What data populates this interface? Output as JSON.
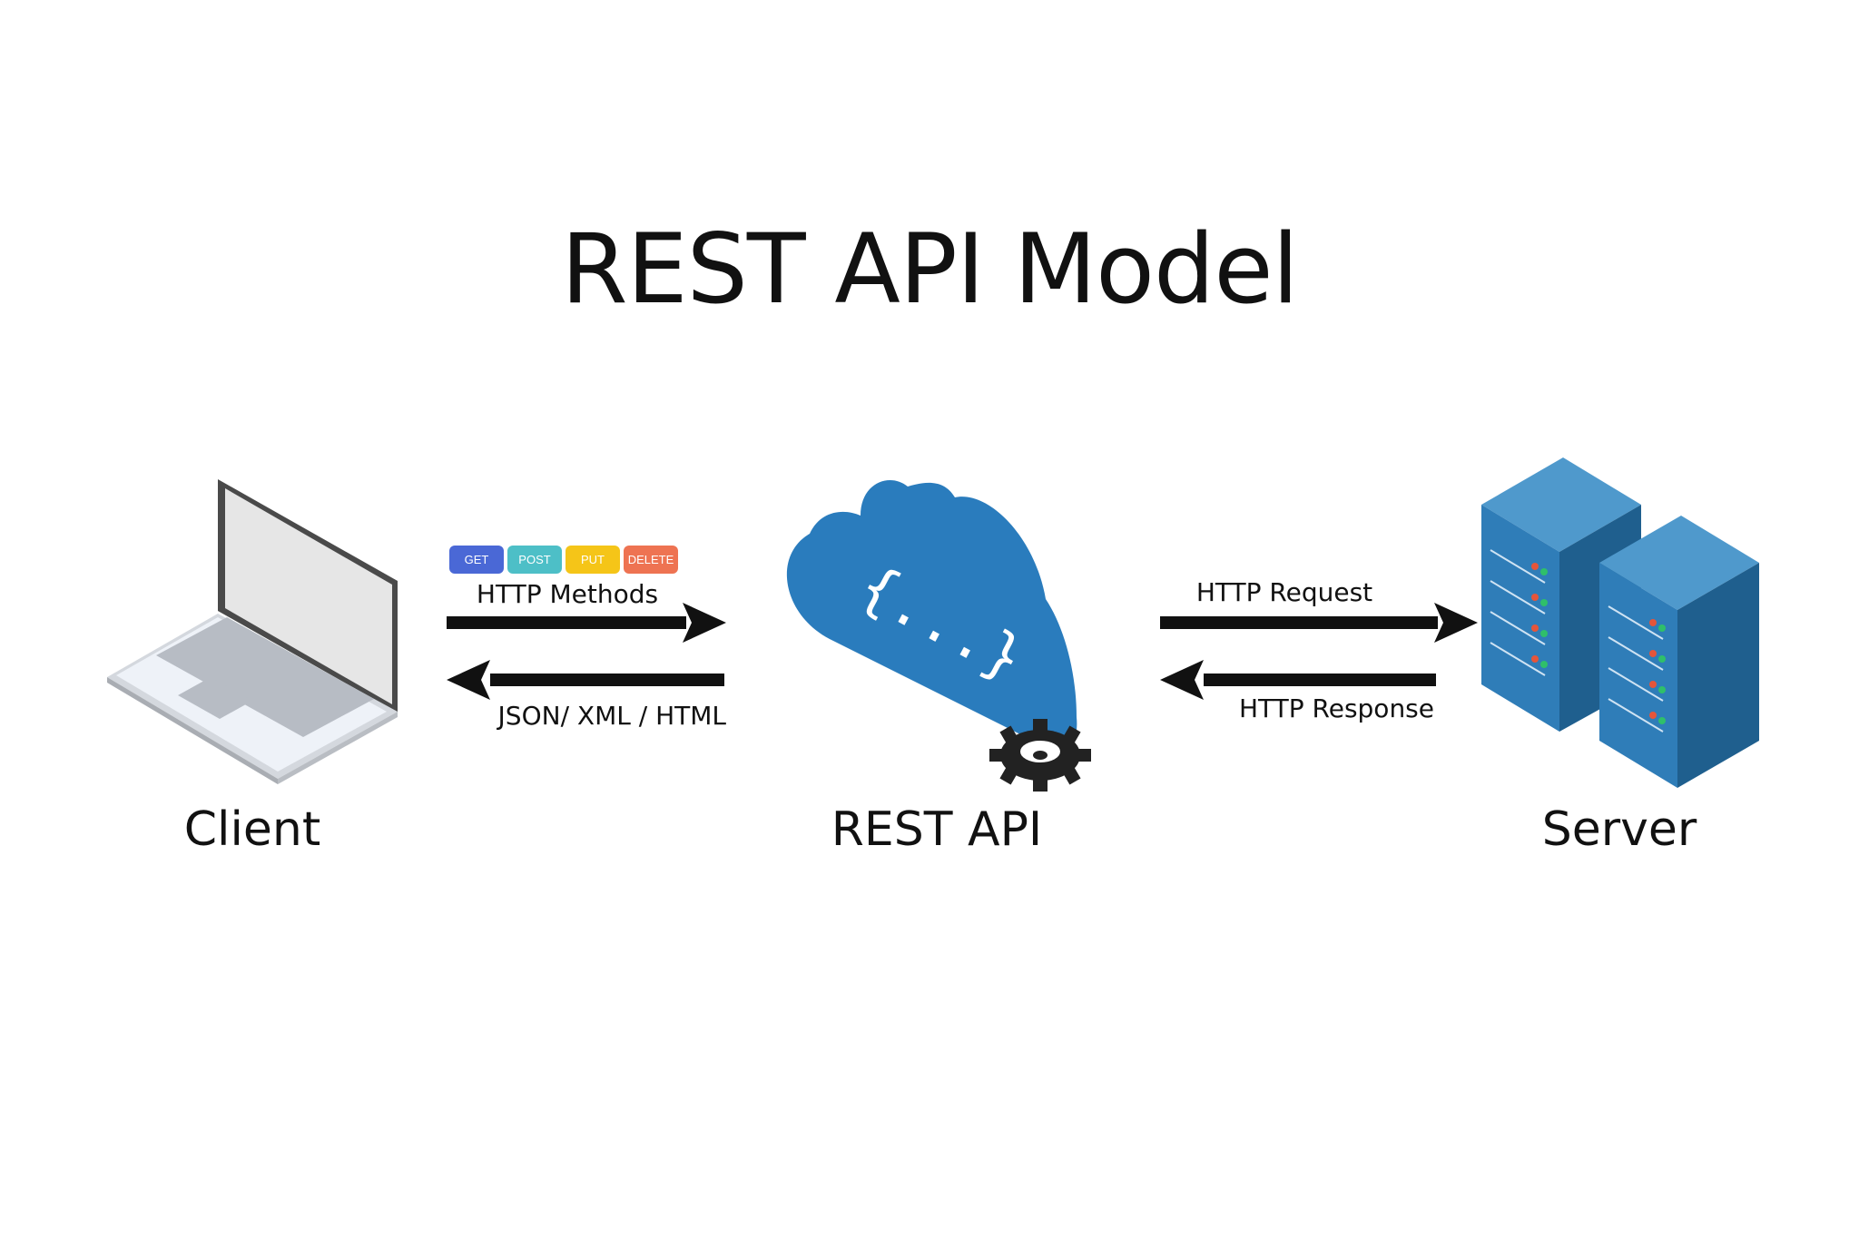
{
  "title": "REST API Model",
  "nodes": {
    "client": "Client",
    "api": "REST API",
    "server": "Server"
  },
  "methods": [
    {
      "label": "GET",
      "color": "#4a68d6"
    },
    {
      "label": "POST",
      "color": "#4dbfc7"
    },
    {
      "label": "PUT",
      "color": "#f5c518"
    },
    {
      "label": "DELETE",
      "color": "#ee7352"
    }
  ],
  "arrows": {
    "methods_label": "HTTP Methods",
    "formats_label": "JSON/ XML / HTML",
    "request_label": "HTTP Request",
    "response_label": "HTTP Response"
  },
  "cloud_glyph": "{...}",
  "icons": {
    "client": "laptop-icon",
    "api": "cloud-api-icon",
    "gear": "gear-icon",
    "server": "server-rack-icon"
  },
  "colors": {
    "cloud": "#2a7cbd",
    "server_light": "#4f99cc",
    "server_mid": "#2f7db8",
    "server_dark": "#1f5f8e",
    "arrow": "#111111"
  }
}
